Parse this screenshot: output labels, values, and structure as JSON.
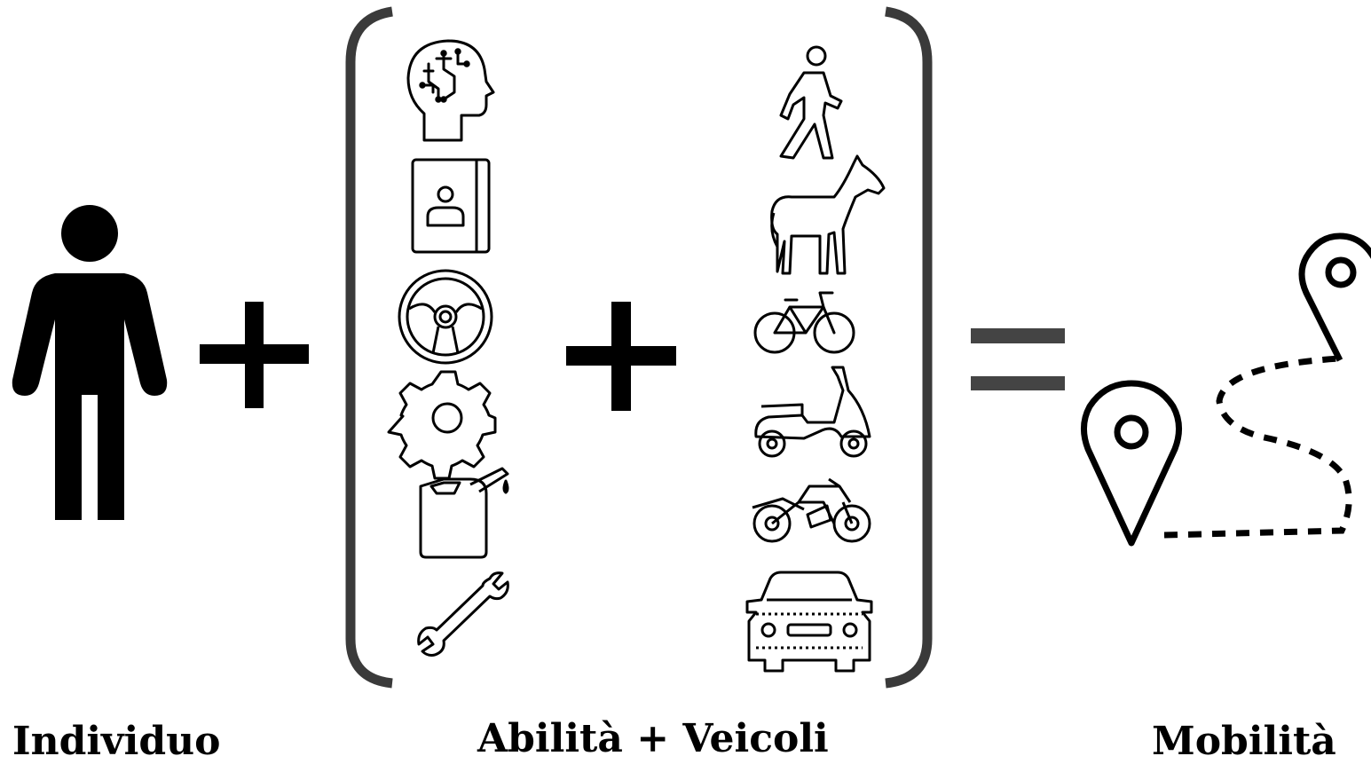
{
  "labels": {
    "individual": "Individuo",
    "skills_vehicles": "Abilità + Veicoli",
    "mobility": "Mobilità"
  },
  "operators": {
    "plus": "+",
    "equals": "="
  },
  "colors": {
    "ink": "#000000",
    "bracket": "#3a3a3a",
    "equals": "#444444",
    "background": "#ffffff"
  },
  "skills_icons": [
    "brain-circuit-icon",
    "id-book-icon",
    "steering-wheel-icon",
    "gear-icon",
    "fuel-can-icon",
    "wrench-icon"
  ],
  "vehicle_icons": [
    "walking-person-icon",
    "horse-icon",
    "bicycle-icon",
    "scooter-icon",
    "motorcycle-icon",
    "car-icon"
  ],
  "mobility_icons": [
    "location-pin-icon",
    "location-pin-icon",
    "dashed-route-icon"
  ]
}
